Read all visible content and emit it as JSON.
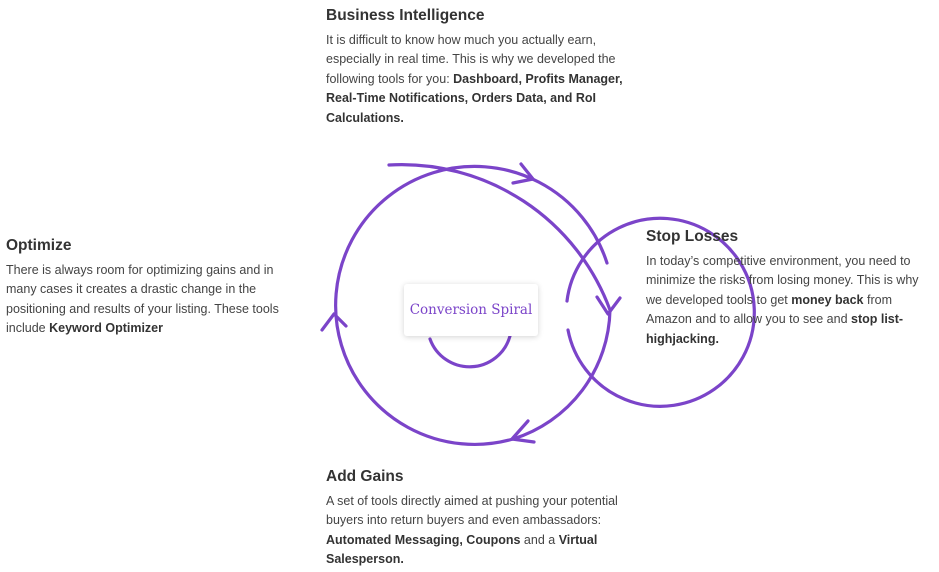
{
  "center": {
    "label": "Conversion Spiral"
  },
  "colors": {
    "accent": "#7b44c9",
    "text": "#444444",
    "heading": "#333333"
  },
  "sections": {
    "top": {
      "heading": "Business Intelligence",
      "text_a": "It is difficult to know how much you actually earn, especially in real time. This is why we developed the following tools for you: ",
      "bold_a": "Dashboard, Profits Manager, Real-Time Notifications, Orders Data, and RoI Calculations."
    },
    "right": {
      "heading": "Stop Losses",
      "text_a": "In today’s competitive environment, you need to minimize the risks from losing money. This is why we developed tools to get ",
      "bold_a": "money back",
      "text_b": " from Amazon and to allow you to see and ",
      "bold_b": "stop list-highjacking."
    },
    "left": {
      "heading": "Optimize",
      "text_a": "There is always room for optimizing gains and in many cases it creates a drastic change in the positioning and results of your listing. These tools include ",
      "bold_a": "Keyword Optimizer"
    },
    "bottom": {
      "heading": "Add Gains",
      "text_a": "A set of tools directly aimed at pushing your potential buyers into return buyers and even ambassadors: ",
      "bold_a": "Automated Messaging, Coupons",
      "text_b": " and a ",
      "bold_b": "Virtual Salesperson."
    }
  }
}
